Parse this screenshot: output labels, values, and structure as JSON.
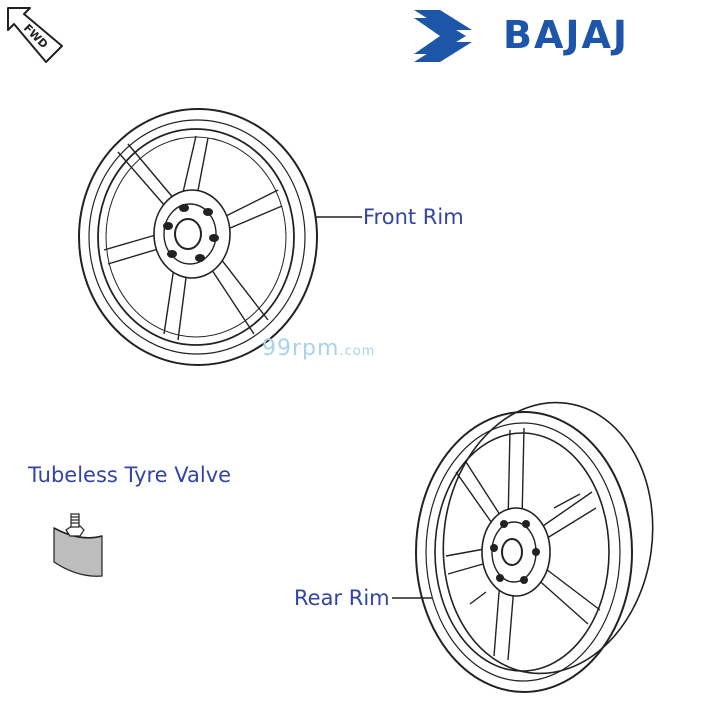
{
  "brand": {
    "name": "BAJAJ",
    "color": "#1d56a8"
  },
  "direction_badge": {
    "text": "FWD",
    "icon": "fwd-arrow-icon"
  },
  "watermark": {
    "main": "99rpm",
    "domain": ".com"
  },
  "parts": {
    "front_rim": "Front Rim",
    "rear_rim": "Rear Rim",
    "valve": "Tubeless Tyre Valve"
  },
  "label_color": "#3344a4"
}
